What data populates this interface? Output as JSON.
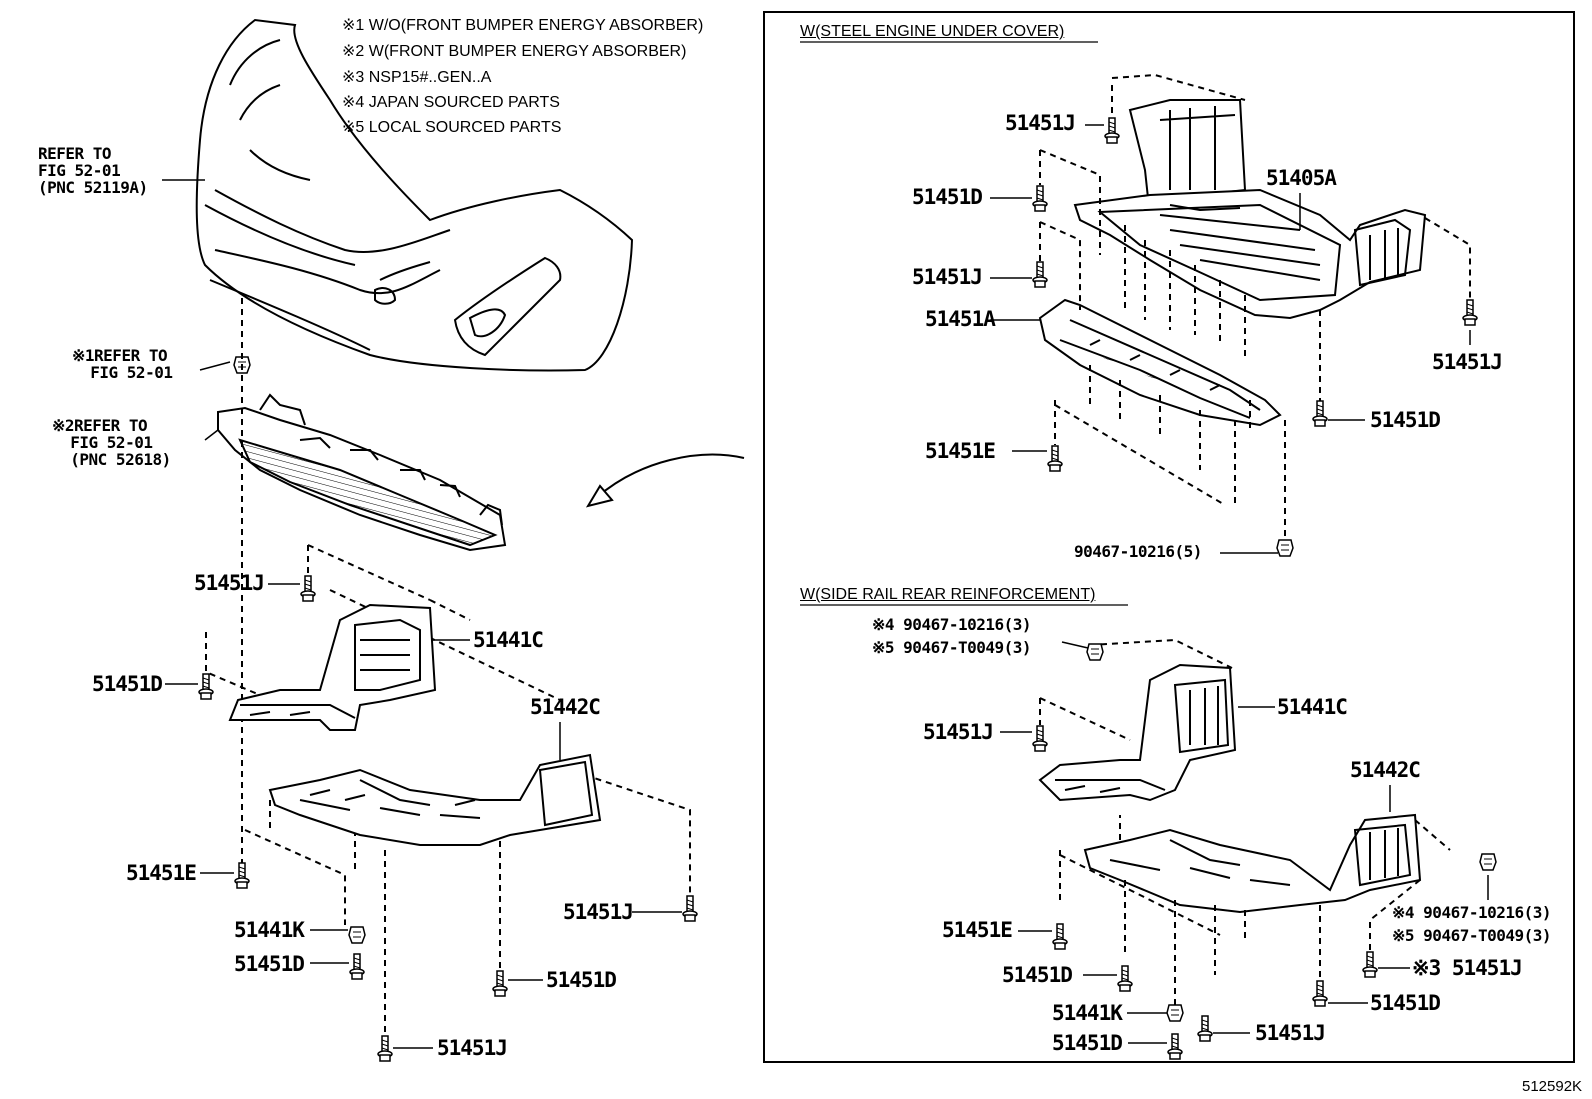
{
  "notes": [
    "※1 W/O(FRONT BUMPER ENERGY ABSORBER)",
    "※2 W(FRONT BUMPER ENERGY ABSORBER)",
    "※3 NSP15#..GEN..A",
    "※4 JAPAN SOURCED PARTS",
    "※5 LOCAL SOURCED PARTS"
  ],
  "left": {
    "refer_bumper": "REFER TO\nFIG 52-01\n(PNC 52119A)",
    "refer1": "※1REFER TO\n  FIG 52-01",
    "refer2": "※2REFER TO\n  FIG 52-01\n  (PNC 52618)",
    "labels": {
      "j1": "51451J",
      "c41": "51441C",
      "d1": "51451D",
      "c42": "51442C",
      "e1": "51451E",
      "j2": "51451J",
      "k41": "51441K",
      "d2": "51451D",
      "d3": "51451D",
      "j3": "51451J"
    }
  },
  "box": {
    "header_top": "W(STEEL ENGINE UNDER COVER)",
    "header_bottom": "W(SIDE RAIL REAR REINFORCEMENT)",
    "top_labels": {
      "j1": "51451J",
      "d1": "51451D",
      "a405": "51405A",
      "j2": "51451J",
      "a451": "51451A",
      "j3": "51451J",
      "d2": "51451D",
      "e1": "51451E",
      "clip": "90467-10216(5)"
    },
    "bottom_labels": {
      "clip4": "※4 90467-10216(3)",
      "clip5": "※5 90467-T0049(3)",
      "c41": "51441C",
      "j1": "51451J",
      "c42": "51442C",
      "clip4b": "※4 90467-10216(3)",
      "clip5b": "※5 90467-T0049(3)",
      "e1": "51451E",
      "j3": "※3 51451J",
      "d1": "51451D",
      "d2": "51451D",
      "k41": "51441K",
      "j2": "51451J",
      "d3": "51451D"
    }
  },
  "figure_code": "512592K"
}
